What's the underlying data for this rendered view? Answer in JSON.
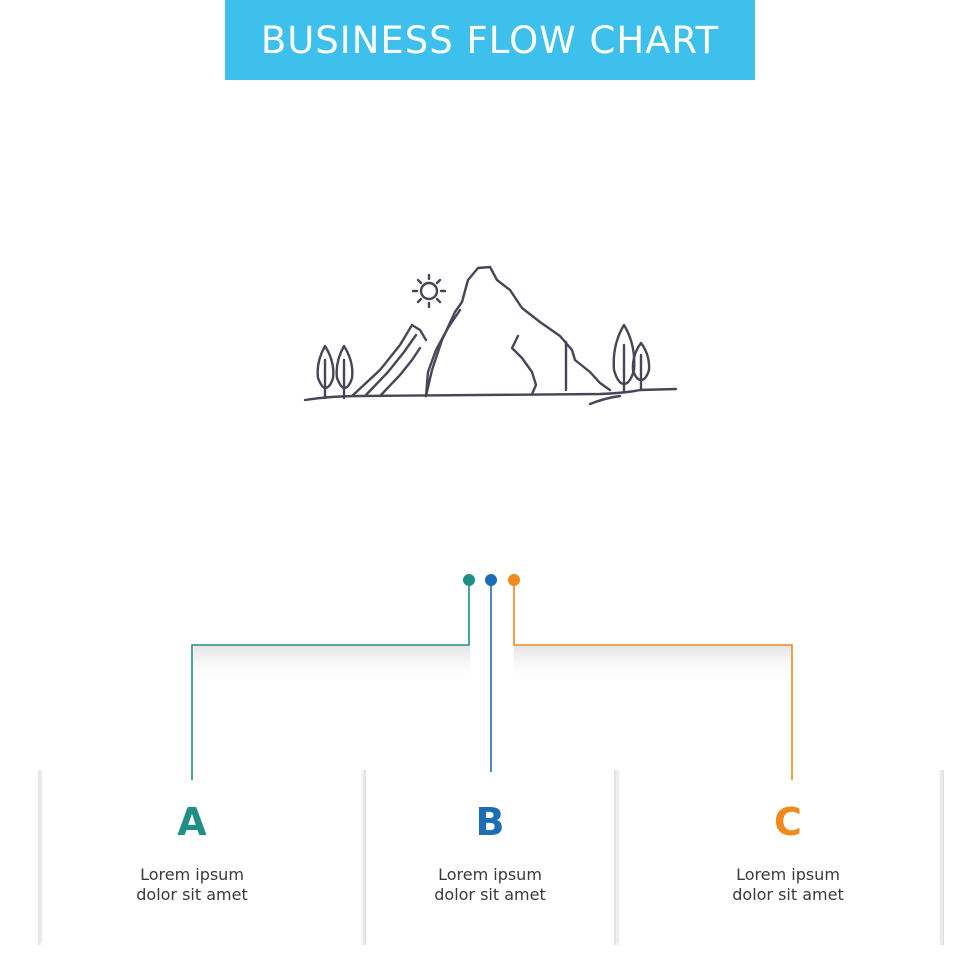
{
  "header": {
    "title": "BUSINESS FLOW CHART"
  },
  "illustration": {
    "icon": "mountain-landscape-icon"
  },
  "colors": {
    "banner": "#3ec0ec",
    "teal": "#1f8f85",
    "blue": "#1c6db3",
    "orange": "#ef8a1c",
    "line_art": "#4a4458"
  },
  "columns": [
    {
      "letter": "A",
      "line1": "Lorem ipsum",
      "line2": "dolor sit amet",
      "color": "#1f8f85"
    },
    {
      "letter": "B",
      "line1": "Lorem ipsum",
      "line2": "dolor sit amet",
      "color": "#1c6db3"
    },
    {
      "letter": "C",
      "line1": "Lorem ipsum",
      "line2": "dolor sit amet",
      "color": "#ef8a1c"
    }
  ]
}
